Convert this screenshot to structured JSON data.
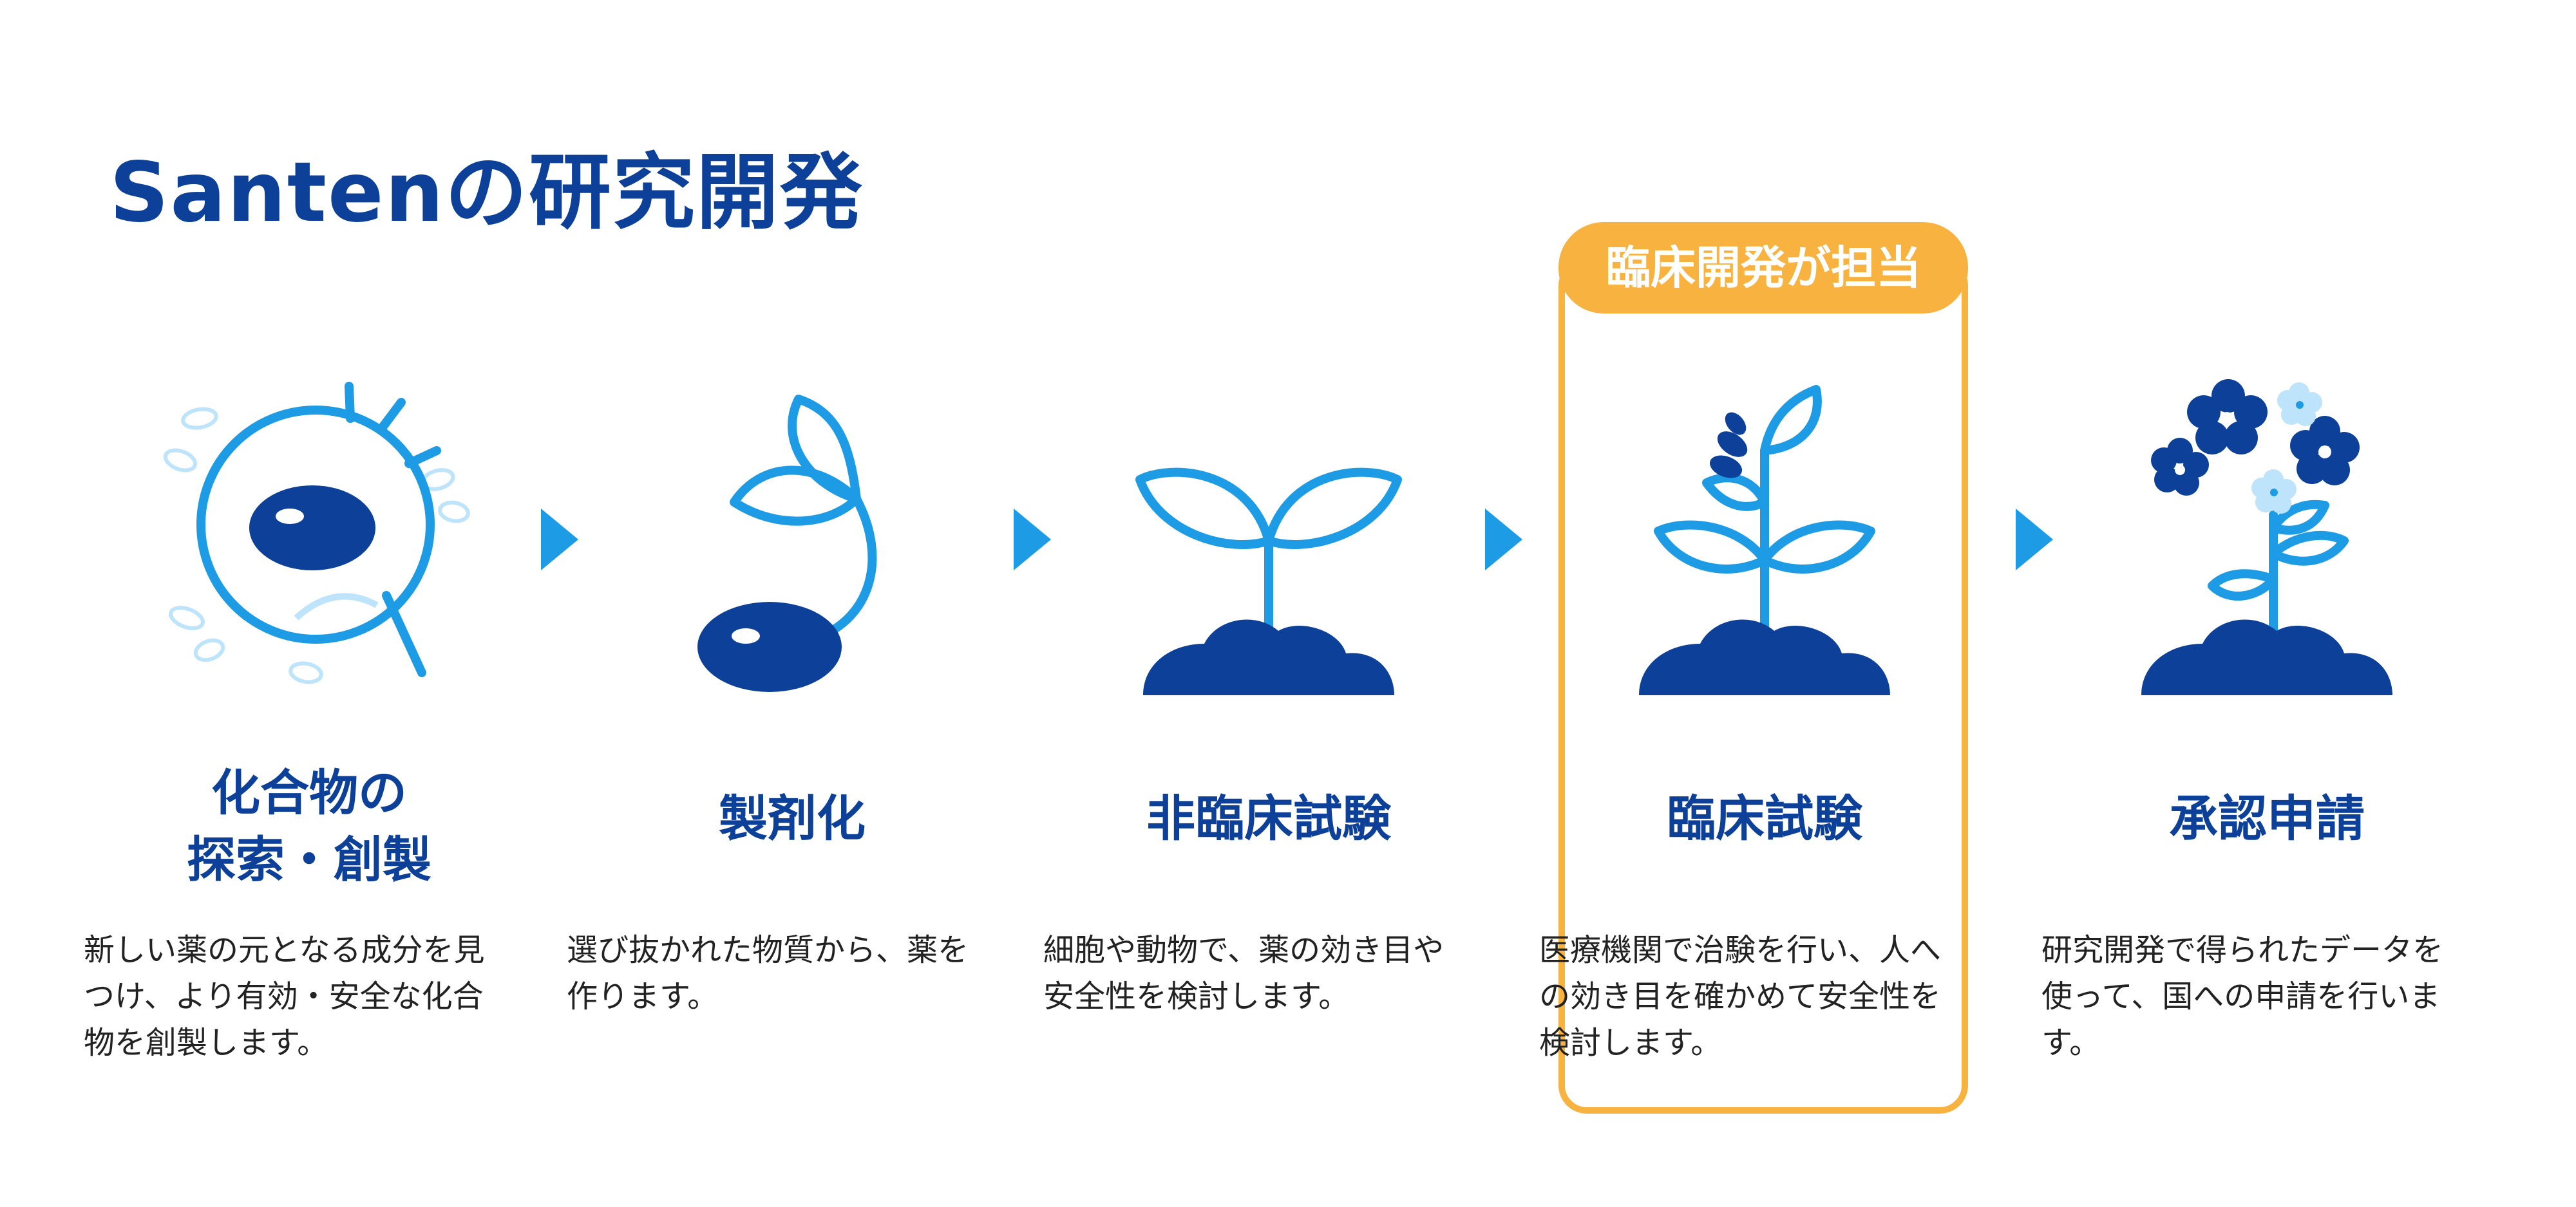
{
  "title": "Santenの研究開発",
  "highlight_label": "臨床開発が担当",
  "colors": {
    "navy": "#0d4098",
    "blue": "#1d9ce5",
    "light_blue": "#bde4fa",
    "orange": "#f8b240"
  },
  "steps": [
    {
      "name_line1": "化合物の",
      "name_line2": "探索・創製",
      "desc": "新しい薬の元となる成分を見つけ、より有効・安全な化合物を創製します。",
      "icon": "magnifier-icon"
    },
    {
      "name_line1": "製剤化",
      "desc": "選び抜かれた物質から、薬を作ります。",
      "icon": "seed-sprout-icon"
    },
    {
      "name_line1": "非臨床試験",
      "desc": "細胞や動物で、薬の効き目や安全性を検討します。",
      "icon": "seedling-icon"
    },
    {
      "name_line1": "臨床試験",
      "desc": "医療機関で治験を行い、人への効き目を確かめて安全性を検討します。",
      "icon": "young-plant-icon"
    },
    {
      "name_line1": "承認申請",
      "desc": "研究開発で得られたデータを使って、国への申請を行います。",
      "icon": "flowering-plant-icon"
    }
  ]
}
